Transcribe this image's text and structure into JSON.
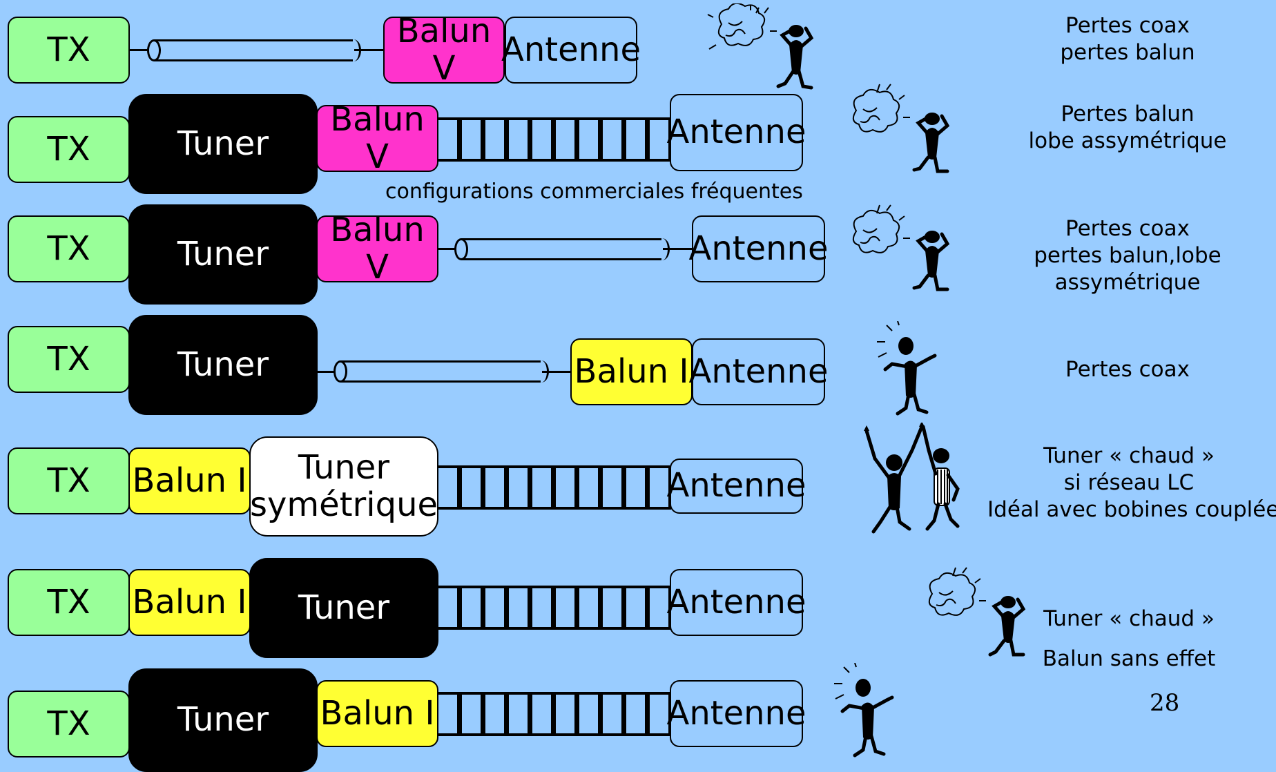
{
  "labels": {
    "tx": "TX",
    "tuner": "Tuner",
    "tuner_sym_line1": "Tuner",
    "tuner_sym_line2": "symétrique",
    "balun_v": "Balun V",
    "balun_i": "Balun I",
    "antenne": "Antenne"
  },
  "caption": "configurations commerciales fréquentes",
  "notes": {
    "row1": [
      "Pertes coax",
      "pertes balun"
    ],
    "row2": [
      "Pertes balun",
      "lobe assymétrique"
    ],
    "row3": [
      "Pertes coax",
      "pertes balun,lobe",
      "assymétrique"
    ],
    "row4": [
      "Pertes coax"
    ],
    "row5": [
      "Tuner « chaud »",
      "si réseau LC",
      "Idéal avec bobines couplées"
    ],
    "row6": [
      "Tuner « chaud »",
      "Balun sans effet"
    ]
  },
  "page_number": "28",
  "colors": {
    "background": "#99ccff",
    "tx": "#99ff99",
    "tuner": "#000000",
    "balun_v": "#ff33cc",
    "balun_i": "#ffff33",
    "antenne": "#99ccff",
    "tuner_symetrique": "#ffffff"
  },
  "icons": {
    "frustrated_figure": "frustrated-stick-figure-with-smoke-cloud",
    "cheering_figure": "cheering-stick-figure",
    "high_five_figures": "two-stick-figures-high-five"
  }
}
